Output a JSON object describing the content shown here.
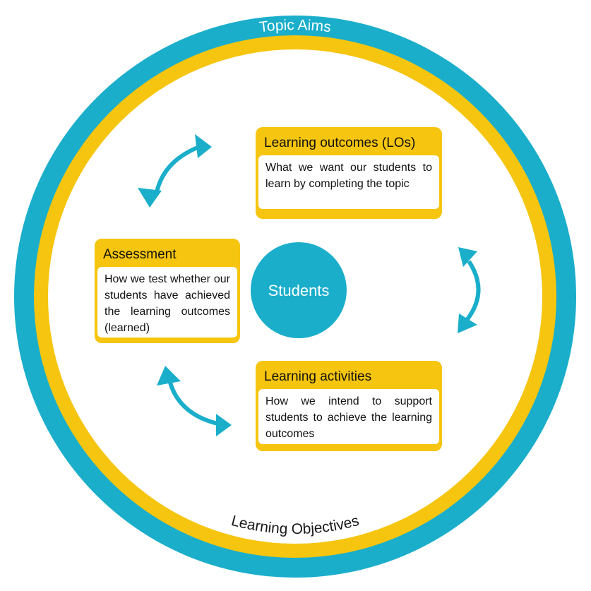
{
  "colors": {
    "outer_ring": "#1aaecb",
    "inner_ring": "#f6c50f",
    "center": "#1aaecb",
    "arrows": "#1aaecb",
    "box": "#f6c50f"
  },
  "rings": {
    "outer_label": "Topic Aims",
    "inner_label": "Learning Objectives"
  },
  "center": {
    "label": "Students"
  },
  "boxes": {
    "learning_outcomes": {
      "title": "Learning outcomes (LOs)",
      "body": "What we want our students to learn by completing the topic"
    },
    "assessment": {
      "title": "Assessment",
      "body": "How we test whether our students have achieved the learning outcomes (learned)"
    },
    "learning_activities": {
      "title": "Learning activities",
      "body": "How we intend to support students to achieve the learning outcomes"
    }
  },
  "arrows": [
    {
      "name": "arrow-assessment-outcomes",
      "icon": "double-arrow-icon"
    },
    {
      "name": "arrow-outcomes-activities",
      "icon": "double-arrow-icon"
    },
    {
      "name": "arrow-activities-assessment",
      "icon": "double-arrow-icon"
    }
  ]
}
